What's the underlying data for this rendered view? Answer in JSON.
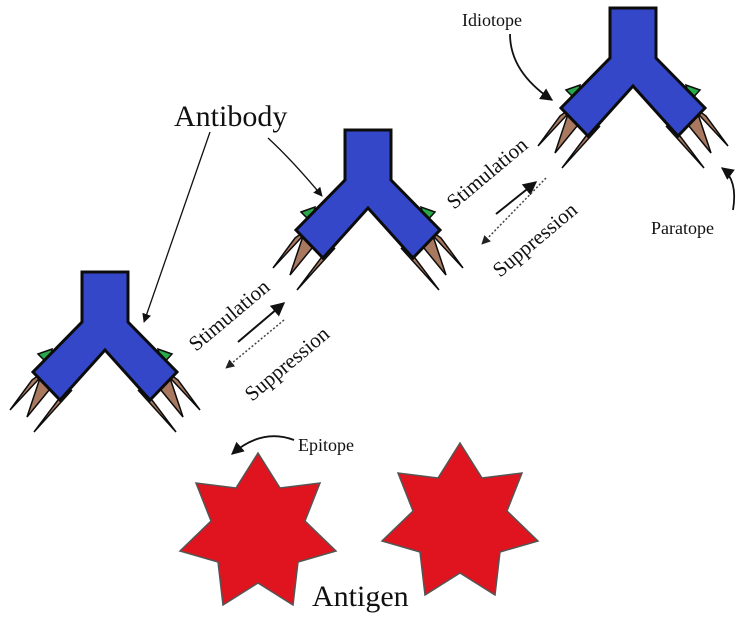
{
  "labels": {
    "antibody": "Antibody",
    "antigen": "Antigen",
    "epitope": "Epitope",
    "idiotope": "Idiotope",
    "paratope": "Paratope",
    "stimulation": "Stimulation",
    "suppression": "Suppression"
  },
  "colors": {
    "antibody_body": "#3347c8",
    "antibody_outline": "#0c0c0c",
    "paratope_tip": "#a9795f",
    "idiotope_tip": "#2aa84a",
    "antigen_fill": "#e0141e",
    "text": "#111111"
  },
  "icons": [
    "antibody-icon",
    "antigen-star-icon",
    "arrow-icon"
  ]
}
